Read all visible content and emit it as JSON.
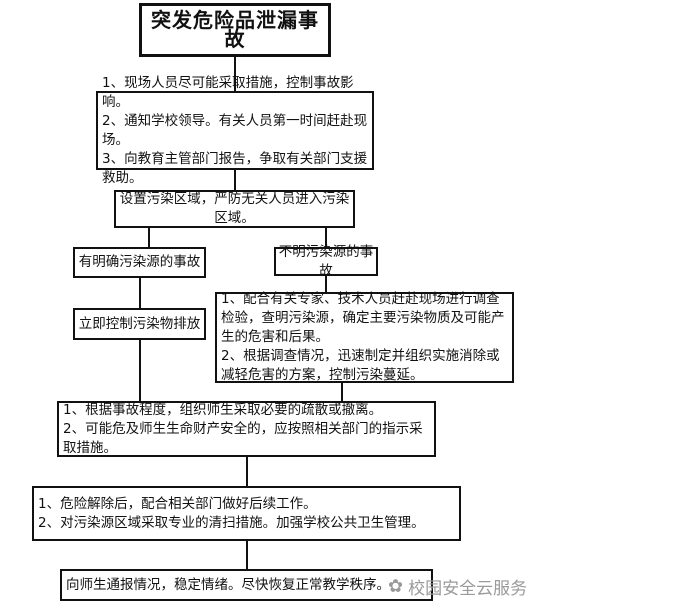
{
  "title": "突发危险品泄漏事故",
  "step1": [
    "1、现场人员尽可能采取措施，控制事故影响。",
    "2、通知学校领导。有关人员第一时间赶赴现场。",
    "3、向教育主管部门报告，争取有关部门支援救助。"
  ],
  "step2": "设置污染区域，严防无关人员进入污染区域。",
  "branch_known": "有明确污染源的事故",
  "branch_unknown": "不明污染源的事故",
  "known_action": "立即控制污染物排放",
  "unknown_actions": [
    "1、配合有关专家、技术人员赶赴现场进行调查检验，查明污染源，确定主要污染物质及可能产生的危害和后果。",
    "2、根据调查情况，迅速制定并组织实施消除或减轻危害的方案，控制污染蔓延。"
  ],
  "step3": [
    "1、根据事故程度，组织师生采取必要的疏散或撤离。",
    "2、可能危及师生生命财产安全的，应按照相关部门的指示采取措施。"
  ],
  "step4": [
    "1、危险解除后，配合相关部门做好后续工作。",
    "2、对污染源区域采取专业的清扫措施。加强学校公共卫生管理。"
  ],
  "step5": "向师生通报情况，稳定情绪。尽快恢复正常教学秩序。",
  "watermark": "校园安全云服务"
}
